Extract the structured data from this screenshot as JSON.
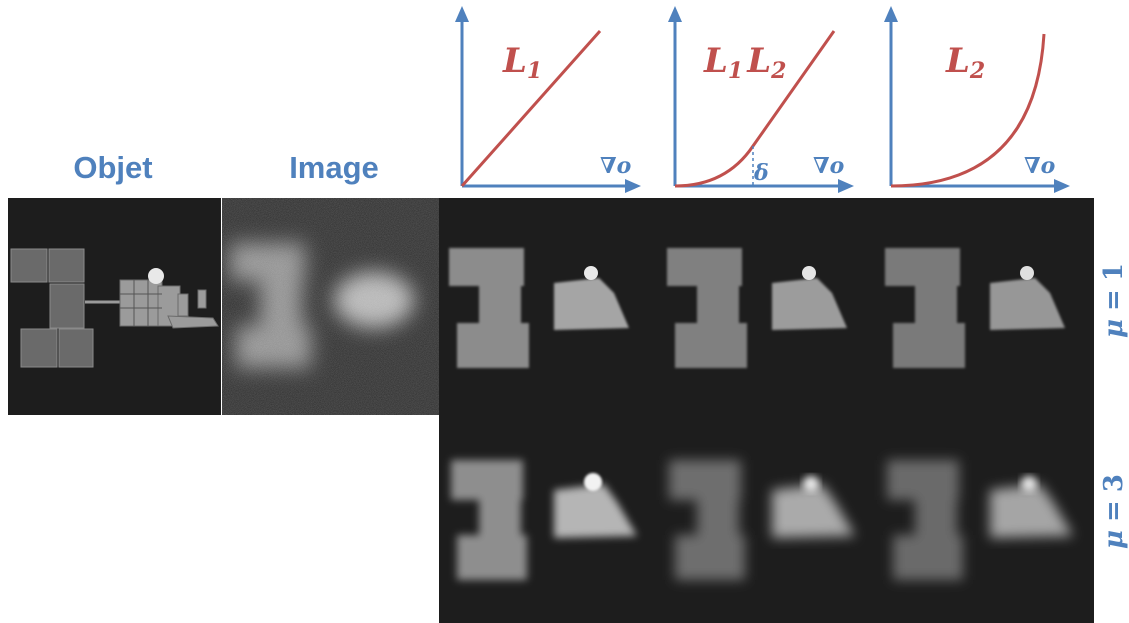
{
  "columns": {
    "object": "Objet",
    "image": "Image"
  },
  "plots": [
    {
      "id": "L1",
      "curve_label_main": "L",
      "curve_label_sub": "1",
      "axis_label": "∇o",
      "shape": "linear"
    },
    {
      "id": "L1L2",
      "curve_label_main": "L",
      "curve_label_sub": "1",
      "curve_label_main2": "L",
      "curve_label_sub2": "2",
      "axis_label": "∇o",
      "threshold_label": "δ",
      "shape": "quadratic-then-linear"
    },
    {
      "id": "L2",
      "curve_label_main": "L",
      "curve_label_sub": "2",
      "axis_label": "∇o",
      "shape": "quadratic"
    }
  ],
  "rows": [
    {
      "mu_symbol": "μ",
      "mu_eq": "=",
      "mu_value": "1"
    },
    {
      "mu_symbol": "μ",
      "mu_eq": "=",
      "mu_value": "3"
    }
  ],
  "colors": {
    "axis": "#4f81bd",
    "curve": "#c0504d",
    "label_blue": "#4f81bd",
    "label_red": "#c0504d",
    "panel_bg": "#1d1d1d"
  }
}
